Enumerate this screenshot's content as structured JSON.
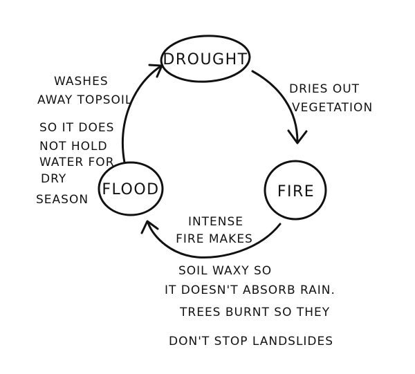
{
  "diagram": {
    "nodes": {
      "drought": "DROUGHT",
      "fire": "FIRE",
      "flood": "FLOOD"
    },
    "edges": {
      "drought_to_fire": [
        "DRIES OUT",
        "VEGETATION"
      ],
      "fire_to_flood": [
        "INTENSE",
        "FIRE MAKES",
        "SOIL WAXY SO",
        "IT DOESN'T ABSORB RAIN.",
        "TREES BURNT SO THEY",
        "DON'T STOP LANDSLIDES"
      ],
      "flood_to_drought": [
        "WASHES",
        "AWAY TOPSOIL",
        "SO IT DOES",
        "NOT HOLD",
        "WATER FOR",
        "DRY",
        "SEASON"
      ]
    },
    "colors": {
      "ink": "#111111",
      "background": "#ffffff"
    }
  }
}
